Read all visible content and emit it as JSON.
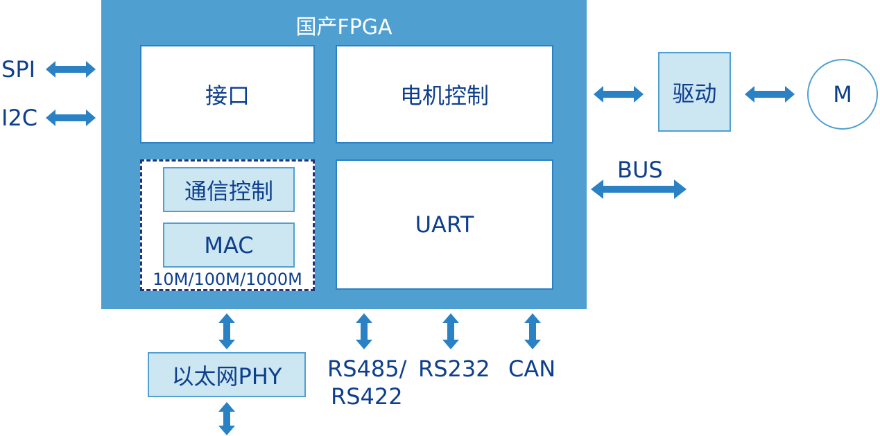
{
  "fpga": {
    "title": "国产FPGA",
    "interface": "接口",
    "motor_control": "电机控制",
    "comm_control": "通信控制",
    "mac": "MAC",
    "mac_speed": "10M/100M/1000M",
    "uart": "UART"
  },
  "left_ports": {
    "spi": "SPI",
    "i2c": "I2C"
  },
  "right": {
    "driver": "驱动",
    "motor": "M",
    "bus": "BUS"
  },
  "bottom": {
    "ethernet_phy": "以太网PHY",
    "rs485_line1": "RS485/",
    "rs485_line2": "RS422",
    "rs232": "RS232",
    "can": "CAN"
  },
  "colors": {
    "fpga_fill": "#4f9fd1",
    "text": "#0d3f8c",
    "light_box": "#cce7f2",
    "arrow": "#2a82c4"
  }
}
